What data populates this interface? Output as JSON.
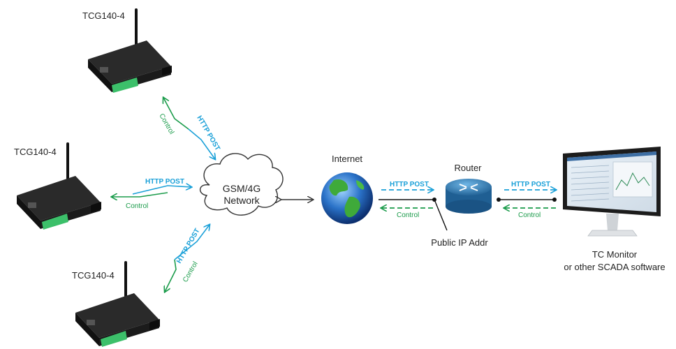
{
  "devices": [
    {
      "label": "TCG140-4"
    },
    {
      "label": "TCG140-4"
    },
    {
      "label": "TCG140-4"
    }
  ],
  "network": {
    "line1": "GSM/4G",
    "line2": "Network"
  },
  "internet": {
    "label": "Internet"
  },
  "router": {
    "label": "Router"
  },
  "public_ip": {
    "label": "Public IP Addr"
  },
  "monitor": {
    "line1": "TC Monitor",
    "line2": "or other SCADA software"
  },
  "links": {
    "http_post": "HTTP POST",
    "control": "Control"
  },
  "colors": {
    "http": "#1aa0d8",
    "control": "#1a9b4a",
    "router": "#2f7fb6"
  }
}
